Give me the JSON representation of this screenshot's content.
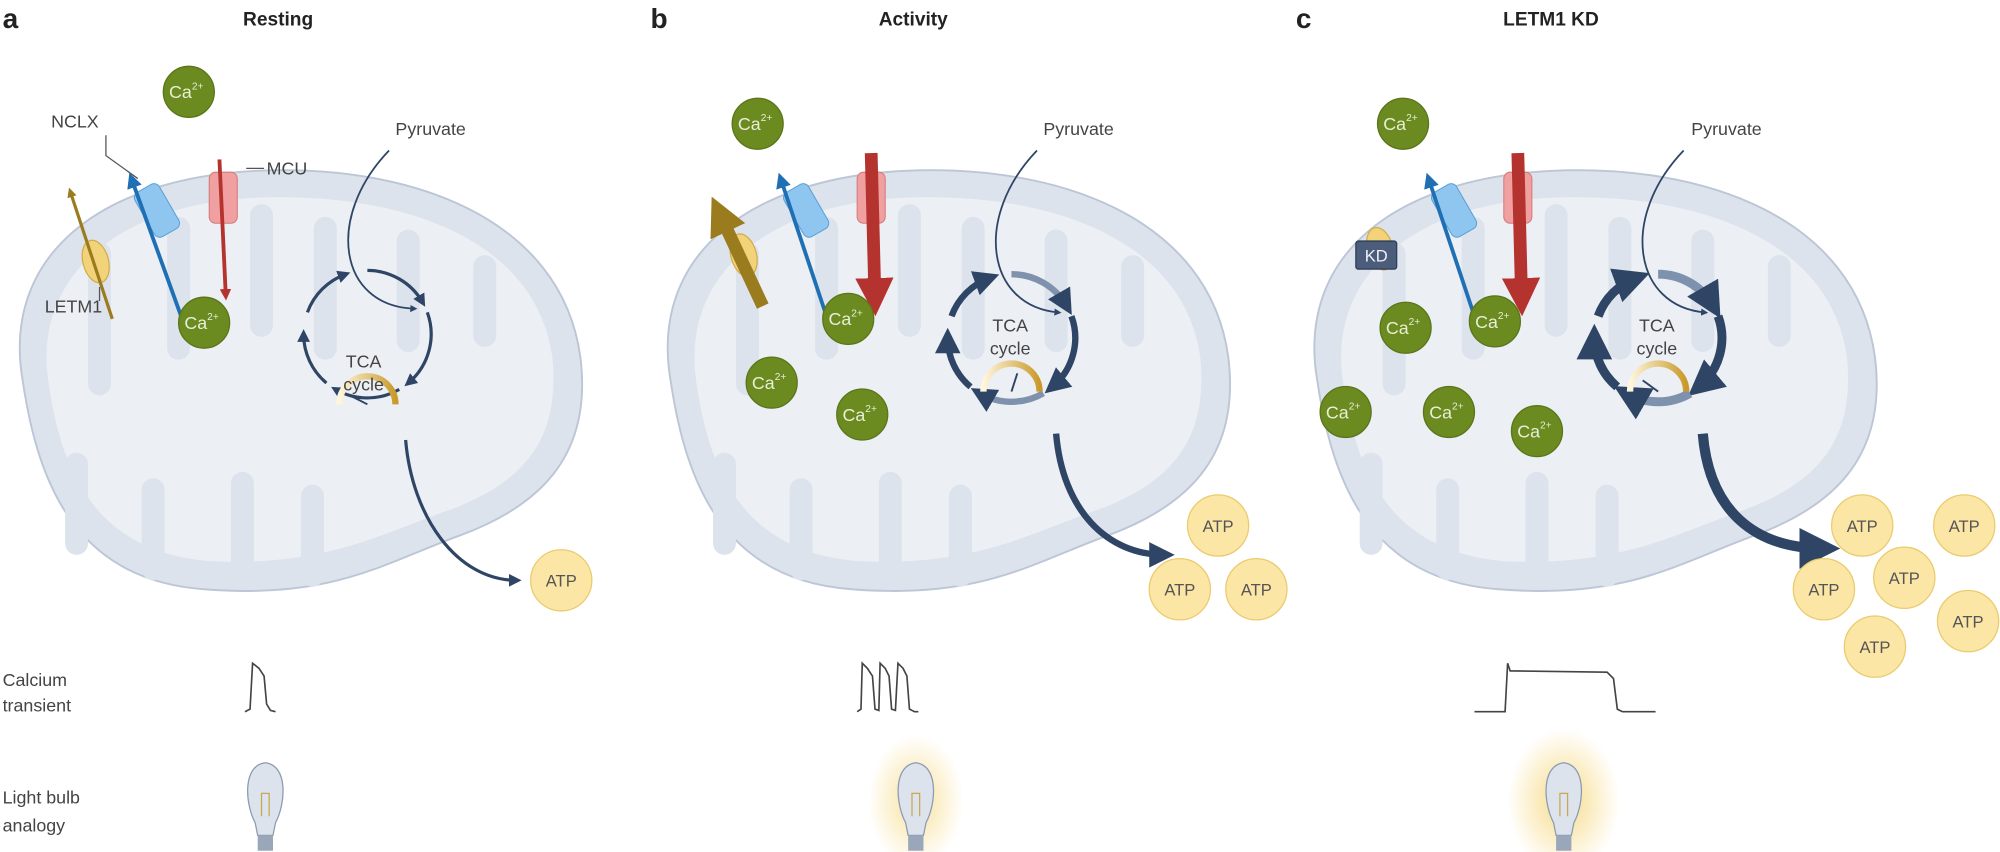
{
  "panels": [
    {
      "letter": "a",
      "title": "Resting",
      "tca_gauge_level": 0.15
    },
    {
      "letter": "b",
      "title": "Activity",
      "tca_gauge_level": 0.6
    },
    {
      "letter": "c",
      "title": "LETM1 KD",
      "tca_gauge_level": 0.2
    }
  ],
  "labels": {
    "ca": "Ca",
    "ca_charge": "2+",
    "nclx": "NCLX",
    "mcu": "MCU",
    "letm1": "LETM1",
    "pyruvate": "Pyruvate",
    "tca_line1": "TCA",
    "tca_line2": "cycle",
    "atp": "ATP",
    "kd": "KD"
  },
  "rows": {
    "calcium_l1": "Calcium",
    "calcium_l2": "transient",
    "bulb_l1": "Light bulb",
    "bulb_l2": "analogy"
  },
  "colors": {
    "calcium": "#6b8a1f",
    "atp": "#fbe6a6",
    "nclx": "#1f6fb5",
    "mcu": "#b5332e",
    "letm1": "#9a7b1e",
    "mitochondrion": "#dde3ec",
    "cycle_arrow": "#2e4566"
  }
}
